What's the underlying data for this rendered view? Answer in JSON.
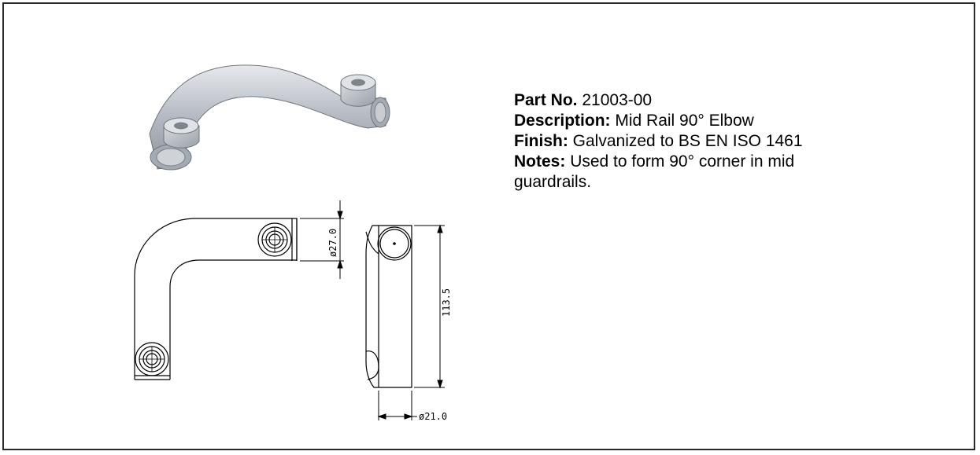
{
  "part": {
    "number_label": "Part No.",
    "number_value": "21003-00",
    "description_label": "Description:",
    "description_value": "Mid Rail 90° Elbow",
    "finish_label": "Finish:",
    "finish_value": "Galvanized to BS EN ISO 1461",
    "notes_label": "Notes:",
    "notes_value": "Used to form 90° corner in mid guardrails."
  },
  "dimensions": {
    "outer_diameter": "ø27.0",
    "length": "113.5",
    "bore_diameter": "ø21.0"
  }
}
